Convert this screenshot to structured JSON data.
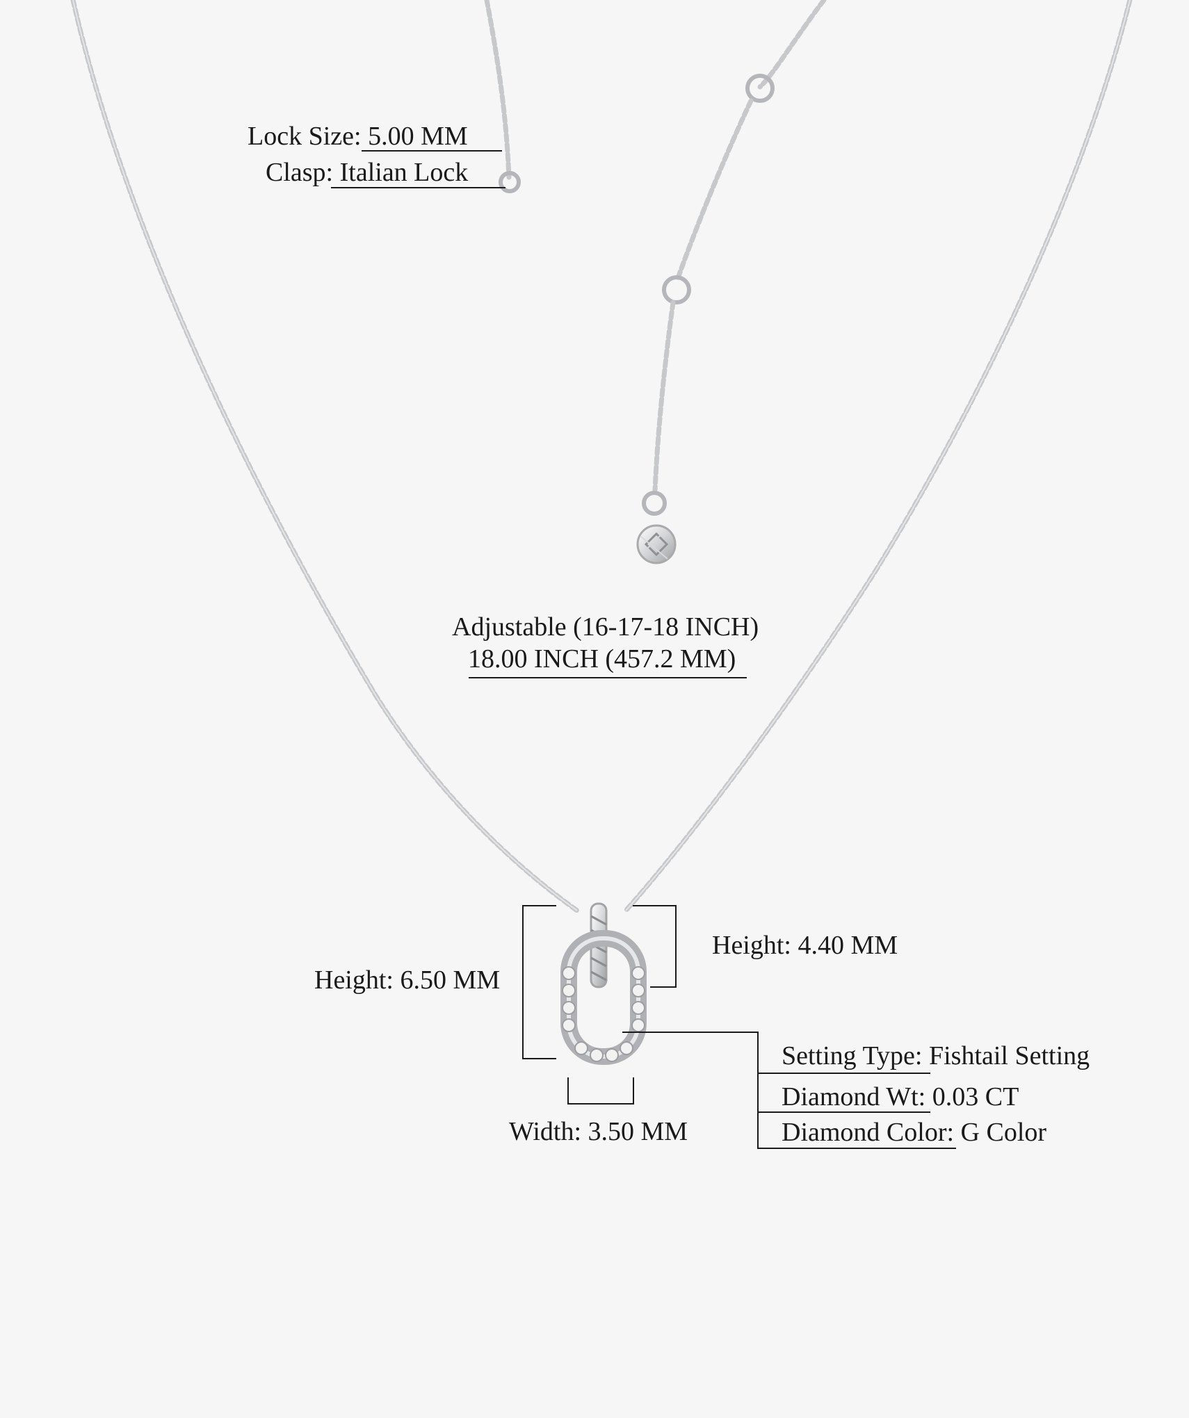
{
  "clasp_specs": {
    "lock_size_label": "Lock Size:",
    "lock_size_value": "5.00 MM",
    "clasp_label": "Clasp:",
    "clasp_value": "Italian Lock"
  },
  "chain_length": {
    "adjustable": "Adjustable (16-17-18 INCH)",
    "length": "18.00 INCH (457.2 MM)"
  },
  "pendant_dimensions": {
    "total_height": "Height: 6.50 MM",
    "link_height": "Height: 4.40 MM",
    "width": "Width: 3.50 MM"
  },
  "stone_specs": {
    "setting_type_label": "Setting Type:",
    "setting_type_value": "Fishtail Setting",
    "diamond_wt_label": "Diamond Wt:",
    "diamond_wt_value": "0.03 CT",
    "diamond_color_label": "Diamond Color:",
    "diamond_color_value": "G Color"
  },
  "colors": {
    "background": "#f6f6f6",
    "metal": "#c9cacc",
    "text": "#1a1a1a"
  }
}
